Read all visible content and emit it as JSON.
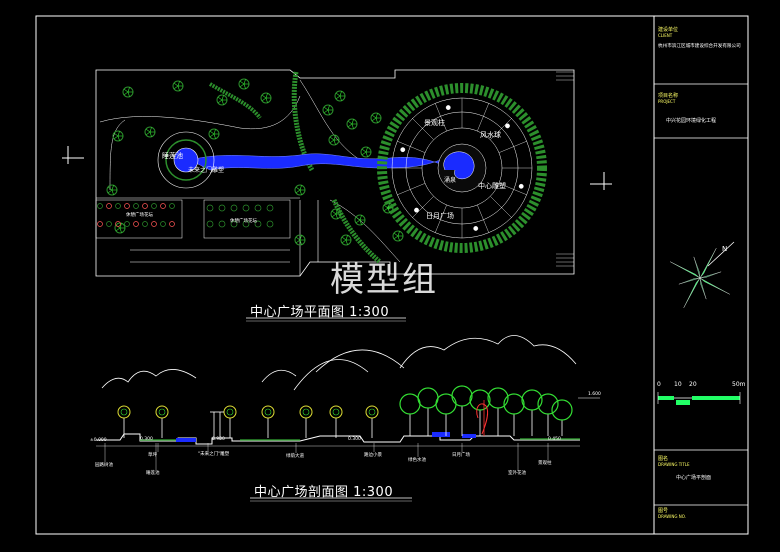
{
  "colors": {
    "frame": "#ffffff",
    "tree": "#33dd33",
    "water": "#1a2bff",
    "titleblock_label": "#ffff66",
    "compass": "#22ff66",
    "ground": "#ffffff"
  },
  "title_block": {
    "owner_label": "建设单位",
    "owner_label_en": "CLIENT",
    "owner_value": "杭州市滨江区城市建设综合开发有限公司",
    "project_label": "项目名称",
    "project_label_en": "PROJECT",
    "project_value": "中兴花园环境绿化工程",
    "drawing_label": "图名",
    "drawing_label_en": "DRAWING TITLE",
    "drawing_value": "中心广场平剖面",
    "number_label": "图号",
    "number_label_en": "DRAWING NO."
  },
  "scale_bar": {
    "ticks": [
      "0",
      "10",
      "20",
      "50m"
    ]
  },
  "plan": {
    "title": "中心广场平面图  1:300",
    "labels": {
      "lotus_pond": "睡莲池",
      "future_gate": "未来之门雕塑",
      "landscape_pillar": "景观柱",
      "wind_ball": "风水球",
      "water_feature": "涌泉",
      "center_sculpture": "中心雕塑",
      "sun_moon_plaza": "日月广场",
      "flower_bed_1": "休憩广场花坛",
      "flower_bed_2": "休憩广场花坛"
    }
  },
  "section": {
    "title": "中心广场剖面图  1:300",
    "labels": [
      "园路树池",
      "草坪",
      "睡莲池",
      "\"未来之门\"雕塑",
      "绿荫大道",
      "路边小景",
      "绿色水池",
      "日月广场",
      "室外花池",
      "景观柱"
    ],
    "elevations": [
      "±0.000",
      "0.300",
      "0.900",
      "0.300",
      "0.450",
      "1.600"
    ]
  },
  "watermark": "模型组"
}
